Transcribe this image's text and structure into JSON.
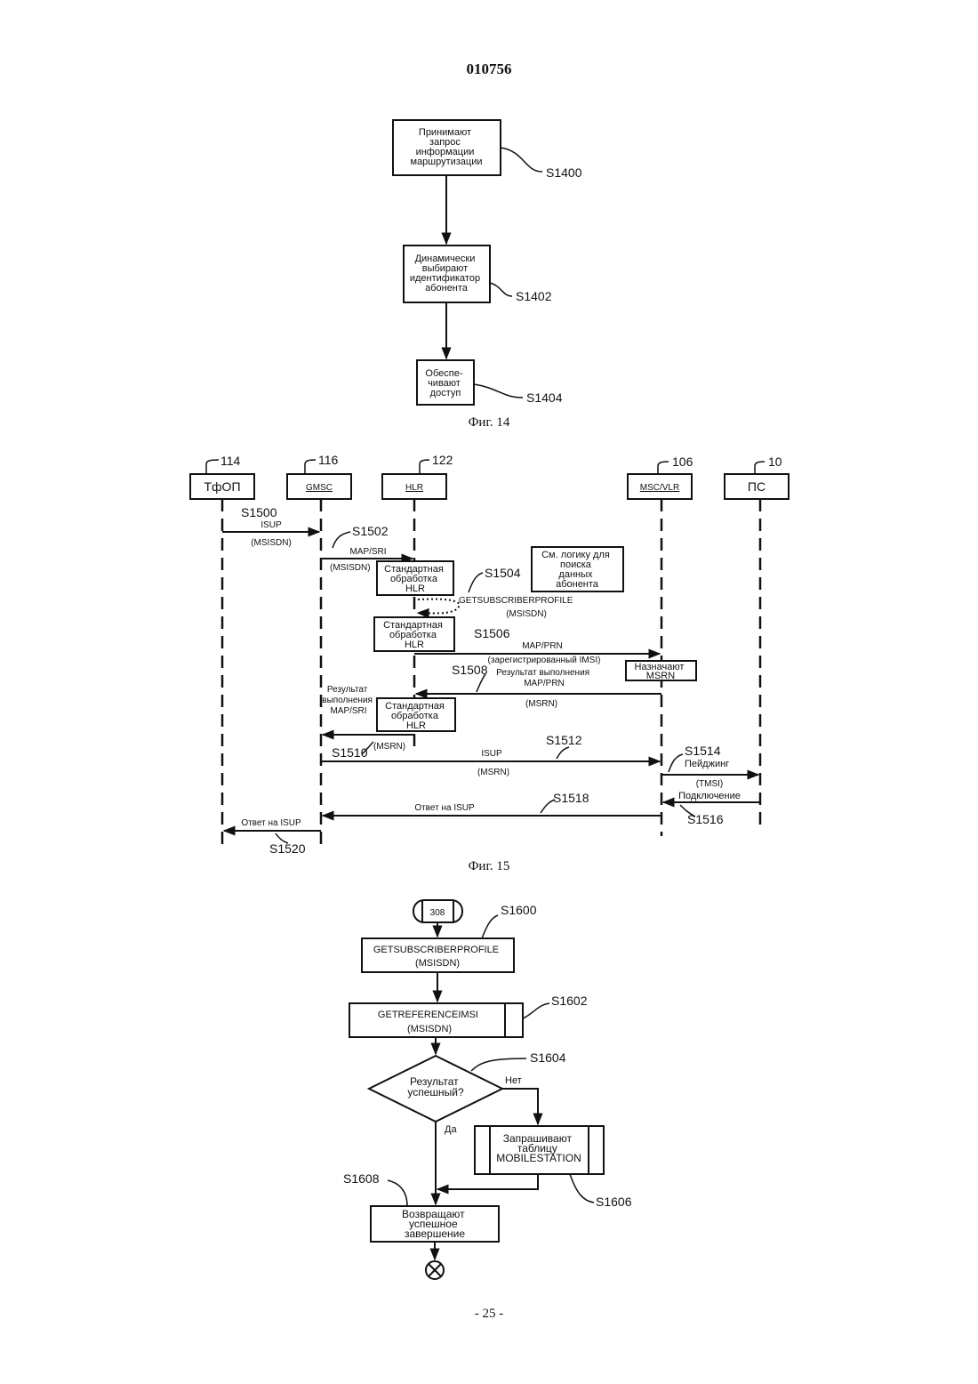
{
  "header": {
    "patent_number": "010756"
  },
  "footer": {
    "page_number": "- 25 -"
  },
  "fig14": {
    "caption": "Фиг. 14",
    "steps": [
      {
        "lines": [
          "Принимают",
          "запрос",
          "информации",
          "маршрутизации"
        ],
        "ref": "S1400"
      },
      {
        "lines": [
          "Динамически",
          "выбирают",
          "идентификатор",
          "абонента"
        ],
        "ref": "S1402"
      },
      {
        "lines": [
          "Обеспе-",
          "чивают",
          "доступ"
        ],
        "ref": "S1404"
      }
    ]
  },
  "fig15": {
    "caption": "Фиг. 15",
    "entities": [
      {
        "label": "ТфОП",
        "ref": "114"
      },
      {
        "label": "GMSC",
        "ref": "116"
      },
      {
        "label": "HLR",
        "ref": "122"
      },
      {
        "label": "MSC/VLR",
        "ref": "106"
      },
      {
        "label": "ПС",
        "ref": "10"
      }
    ],
    "steps": {
      "s1500": "S1500",
      "s1502": "S1502",
      "s1504": "S1504",
      "s1506": "S1506",
      "s1508": "S1508",
      "s1510": "S1510",
      "s1512": "S1512",
      "s1514": "S1514",
      "s1516": "S1516",
      "s1518": "S1518",
      "s1520": "S1520"
    },
    "messages": {
      "isup1": "ISUP",
      "msisdn1": "(MSISDN)",
      "map_sri": "MAP/SRI",
      "msisdn2": "(MSISDN)",
      "getprofile": "GETSUBSCRIBERPROFILE",
      "msisdn3": "(MSISDN)",
      "map_prn": "MAP/PRN",
      "reg_imsi": "(зарегистрированный IMSI)",
      "prn_result": [
        "Результат выполнения",
        "MAP/PRN"
      ],
      "msrn1": "(MSRN)",
      "sri_result": [
        "Результат",
        "выполнения",
        "MAP/SRI"
      ],
      "msrn2": "(MSRN)",
      "isup2": "ISUP",
      "msrn3": "(MSRN)",
      "paging": "Пейджинг",
      "tmsi": "(TMSI)",
      "connect": "Подключение",
      "isup_answer_gmsc": "Ответ на ISUP",
      "isup_answer_pstn": "Ответ на ISUP"
    },
    "hlr_boxes": [
      [
        "Стандартная",
        "обработка",
        "HLR"
      ],
      [
        "Стандартная",
        "обработка",
        "HLR"
      ],
      [
        "Стандартная",
        "обработка",
        "HLR"
      ]
    ],
    "note": [
      "См. логику для",
      "поиска",
      "данных",
      "абонента"
    ],
    "msrn_box": [
      "Назначают",
      "MSRN"
    ]
  },
  "fig16": {
    "caption": "",
    "start": "308",
    "s1600": {
      "lines": [
        "GETSUBSCRIBERPROFILE",
        "(MSISDN)"
      ],
      "ref": "S1600"
    },
    "s1602": {
      "lines": [
        "GETREFERENCEIMSI",
        "(MSISDN)"
      ],
      "ref": "S1602"
    },
    "s1604": {
      "lines": [
        "Результат",
        "успешный?"
      ],
      "ref": "S1604",
      "no": "Нет",
      "yes": "Да"
    },
    "s1606": {
      "lines": [
        "Запрашивают",
        "таблицу",
        "MOBILESTATION"
      ],
      "ref": "S1606"
    },
    "s1608": {
      "lines": [
        "Возвращают",
        "успешное",
        "завершение"
      ],
      "ref": "S1608"
    }
  }
}
